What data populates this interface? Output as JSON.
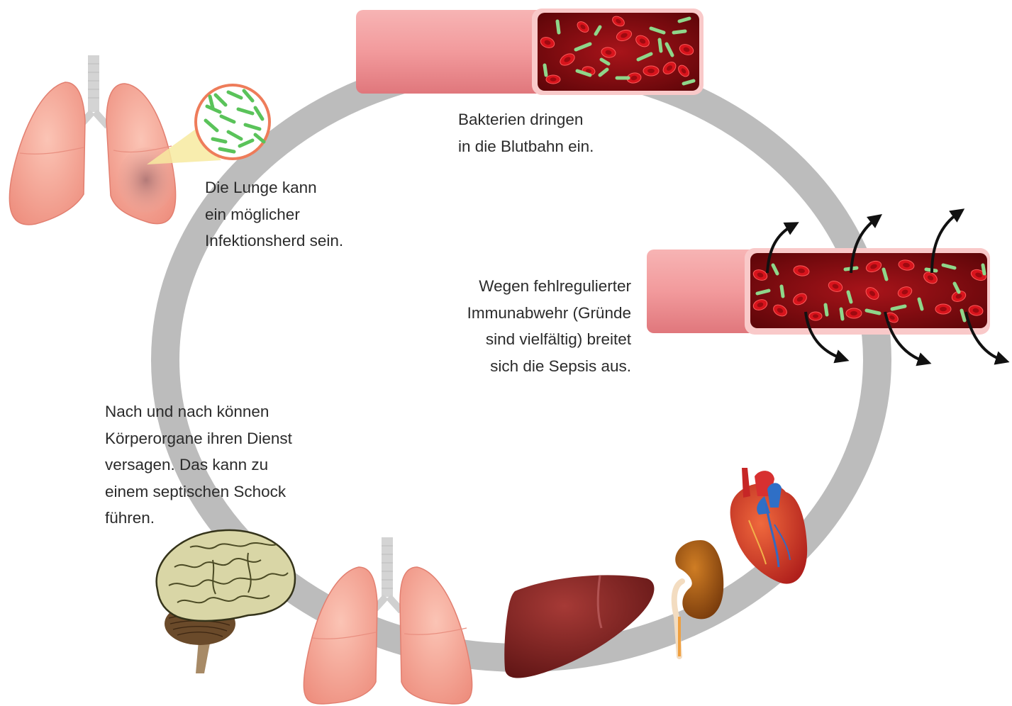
{
  "captions": {
    "lung_focus": [
      "Die Lunge kann",
      "ein möglicher",
      "Infektionsherd sein."
    ],
    "bloodstream": [
      "Bakterien dringen",
      "in die Blutbahn ein."
    ],
    "spread": [
      "Wegen fehlregulierter",
      "Immunabwehr (Gründe",
      "sind vielfältig) breitet",
      "sich die Sepsis aus."
    ],
    "organ_failure": [
      "Nach und nach können",
      "Körperorgane ihren Dienst",
      "versagen. Das kann zu",
      "einem septischen Schock",
      "führen."
    ]
  },
  "colors": {
    "cycle_ring": "#bcbcbc",
    "vessel_outer": "#f2a0a3",
    "vessel_interior": "#7a0a0e",
    "red_cell": "#d8141c",
    "bacteria": "#8fd68a",
    "lung": "#f4aa9c",
    "liver": "#8a2020",
    "kidney": "#b86418",
    "heart": "#e23d2b",
    "brain": "#d9d6a6"
  },
  "icons": [
    "lung-icon",
    "magnifier-bacteria-icon",
    "blood-vessel-icon",
    "outward-arrow-icon",
    "brain-icon",
    "liver-icon",
    "kidney-icon",
    "heart-icon"
  ]
}
